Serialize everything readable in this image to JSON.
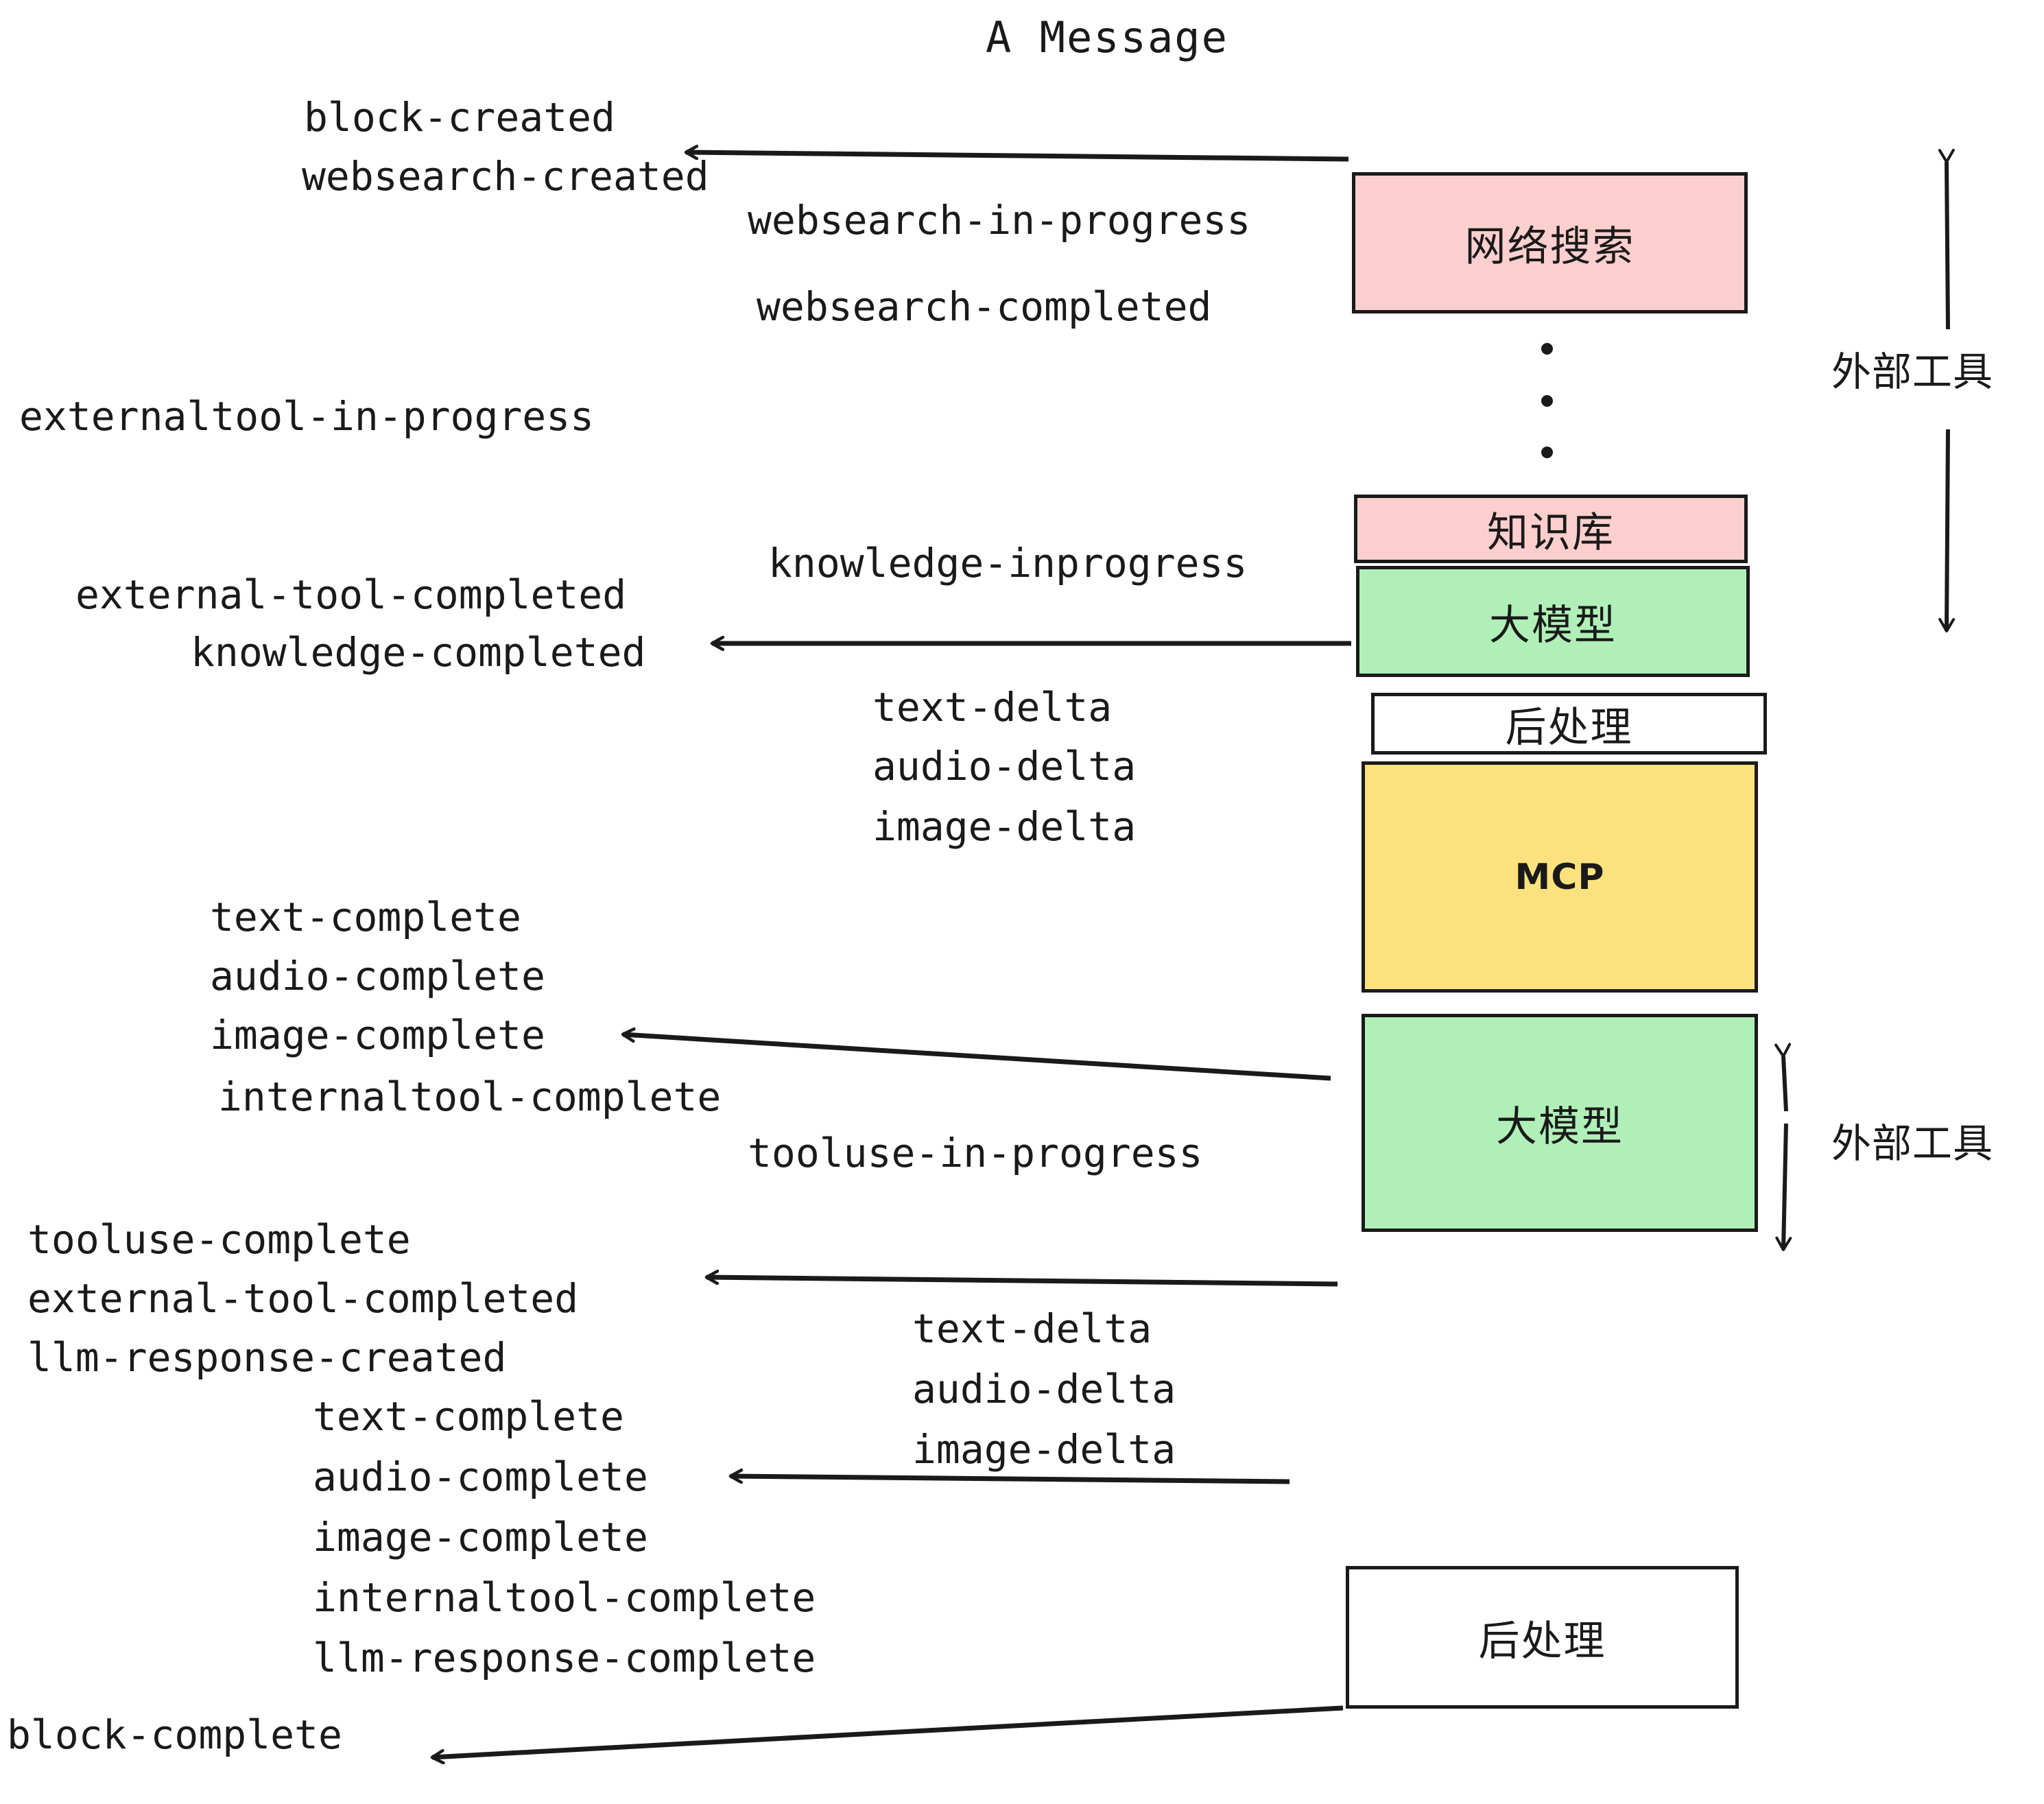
{
  "title": "A Message",
  "boxes": [
    {
      "id": "websearch",
      "label": "网络搜索",
      "color": "#fbcfce"
    },
    {
      "id": "knowledge",
      "label": "知识库",
      "color": "#fbcfce"
    },
    {
      "id": "llm-1",
      "label": "大模型",
      "color": "#b0f0b8"
    },
    {
      "id": "postprocess-1",
      "label": "后处理",
      "color": "#ffffff"
    },
    {
      "id": "mcp",
      "label": "MCP",
      "color": "#fbe27f"
    },
    {
      "id": "llm-2",
      "label": "大模型",
      "color": "#b0f0b8"
    },
    {
      "id": "postprocess-2",
      "label": "后处理",
      "color": "#ffffff"
    }
  ],
  "side_labels": {
    "external_tool_top": "外部工具",
    "external_tool_bottom": "外部工具"
  },
  "events": [
    {
      "id": "e01",
      "text": "block-created"
    },
    {
      "id": "e02",
      "text": "websearch-created"
    },
    {
      "id": "e03",
      "text": "websearch-in-progress"
    },
    {
      "id": "e04",
      "text": "websearch-completed"
    },
    {
      "id": "e05",
      "text": "externaltool-in-progress"
    },
    {
      "id": "e06",
      "text": "knowledge-inprogress"
    },
    {
      "id": "e07",
      "text": "external-tool-completed"
    },
    {
      "id": "e08",
      "text": "knowledge-completed"
    },
    {
      "id": "e09",
      "text": "text-delta"
    },
    {
      "id": "e10",
      "text": "audio-delta"
    },
    {
      "id": "e11",
      "text": "image-delta"
    },
    {
      "id": "e12",
      "text": "text-complete"
    },
    {
      "id": "e13",
      "text": "audio-complete"
    },
    {
      "id": "e14",
      "text": "image-complete"
    },
    {
      "id": "e15",
      "text": "internaltool-complete"
    },
    {
      "id": "e16",
      "text": "tooluse-in-progress"
    },
    {
      "id": "e17",
      "text": "tooluse-complete"
    },
    {
      "id": "e18",
      "text": "external-tool-completed"
    },
    {
      "id": "e19",
      "text": "llm-response-created"
    },
    {
      "id": "e20",
      "text": "text-delta"
    },
    {
      "id": "e21",
      "text": "audio-delta"
    },
    {
      "id": "e22",
      "text": "image-delta"
    },
    {
      "id": "e23",
      "text": "text-complete"
    },
    {
      "id": "e24",
      "text": "audio-complete"
    },
    {
      "id": "e25",
      "text": "image-complete"
    },
    {
      "id": "e26",
      "text": "internaltool-complete"
    },
    {
      "id": "e27",
      "text": "llm-response-complete"
    },
    {
      "id": "e28",
      "text": "block-complete"
    }
  ],
  "colors": {
    "stroke": "#1a1a1a",
    "pink": "#fbcfce",
    "green": "#b0f0b8",
    "yellow": "#fbe27f",
    "white": "#ffffff",
    "background": "#ffffff"
  }
}
